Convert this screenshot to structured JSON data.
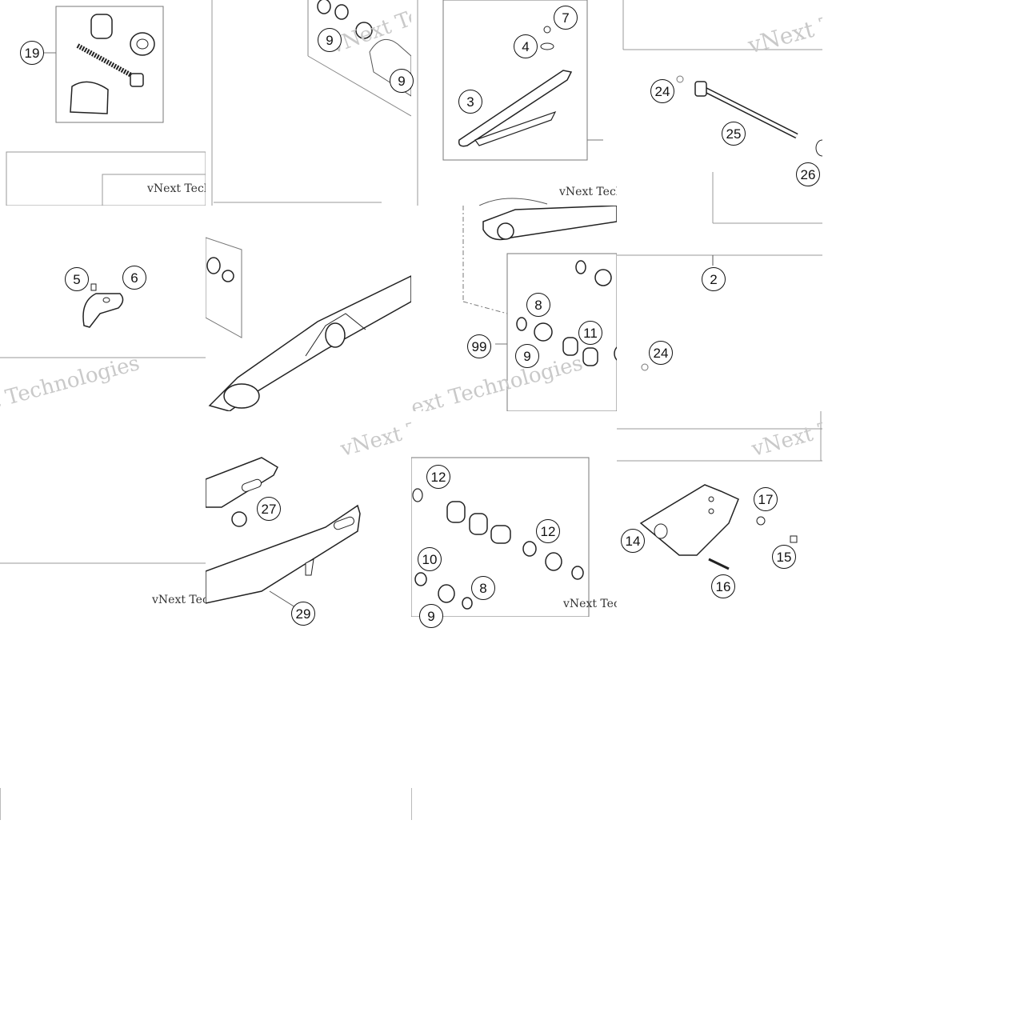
{
  "diagram": {
    "watermark_text": "vNext Technologies",
    "callouts": [
      {
        "id": "19",
        "label": "19"
      },
      {
        "id": "9a",
        "label": "9"
      },
      {
        "id": "9b",
        "label": "9"
      },
      {
        "id": "7",
        "label": "7"
      },
      {
        "id": "4",
        "label": "4"
      },
      {
        "id": "3",
        "label": "3"
      },
      {
        "id": "24a",
        "label": "24"
      },
      {
        "id": "25",
        "label": "25"
      },
      {
        "id": "26",
        "label": "26"
      },
      {
        "id": "5",
        "label": "5"
      },
      {
        "id": "6",
        "label": "6"
      },
      {
        "id": "2",
        "label": "2"
      },
      {
        "id": "8a",
        "label": "8"
      },
      {
        "id": "99",
        "label": "99"
      },
      {
        "id": "9c",
        "label": "9"
      },
      {
        "id": "11",
        "label": "11"
      },
      {
        "id": "24b",
        "label": "24"
      },
      {
        "id": "27",
        "label": "27"
      },
      {
        "id": "12a",
        "label": "12"
      },
      {
        "id": "12b",
        "label": "12"
      },
      {
        "id": "10",
        "label": "10"
      },
      {
        "id": "8b",
        "label": "8"
      },
      {
        "id": "9d",
        "label": "9"
      },
      {
        "id": "17",
        "label": "17"
      },
      {
        "id": "14",
        "label": "14"
      },
      {
        "id": "15",
        "label": "15"
      },
      {
        "id": "16",
        "label": "16"
      },
      {
        "id": "29",
        "label": "29"
      }
    ]
  }
}
